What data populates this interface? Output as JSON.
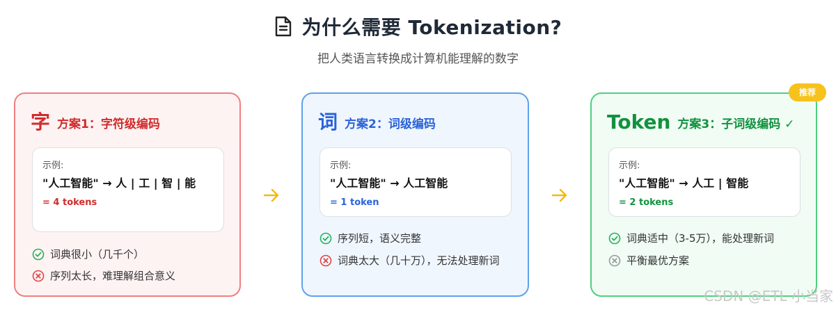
{
  "header": {
    "title": "为什么需要 Tokenization?",
    "subtitle": "把人类语言转换成计算机能理解的数字",
    "icon": "document-icon"
  },
  "cards": [
    {
      "big": "字",
      "plan": "方案1：字符级编码",
      "example_label": "示例:",
      "example_text": "\"人工智能\" → 人 | 工 | 智 | 能",
      "token_count": "= 4 tokens",
      "points": [
        {
          "icon": "check-icon",
          "text": "词典很小（几千个）"
        },
        {
          "icon": "x-icon",
          "text": "序列太长，难理解组合意义"
        }
      ],
      "accent": "#d12c2c"
    },
    {
      "big": "词",
      "plan": "方案2：词级编码",
      "example_label": "示例:",
      "example_text": "\"人工智能\" → 人工智能",
      "token_count": "= 1 token",
      "points": [
        {
          "icon": "check-icon",
          "text": "序列短，语义完整"
        },
        {
          "icon": "x-icon",
          "text": "词典太大（几十万），无法处理新词"
        }
      ],
      "accent": "#2b63d9"
    },
    {
      "big": "Token",
      "plan": "方案3：子词级编码 ✓",
      "example_label": "示例:",
      "example_text": "\"人工智能\" → 人工 | 智能",
      "token_count": "= 2 tokens",
      "points": [
        {
          "icon": "check-icon",
          "text": "词典适中（3-5万），能处理新词"
        },
        {
          "icon": "neutral-x-icon",
          "text": "平衡最优方案"
        }
      ],
      "badge": "推荐",
      "accent": "#12923f"
    }
  ],
  "arrows": [
    "arrow-right-icon",
    "arrow-right-icon"
  ],
  "watermark": "CSDN @ETL 小当家",
  "colors": {
    "red": "#d12c2c",
    "blue": "#2b63d9",
    "green": "#12923f",
    "badge": "#f7c21b",
    "arrow": "#f5b90f"
  }
}
